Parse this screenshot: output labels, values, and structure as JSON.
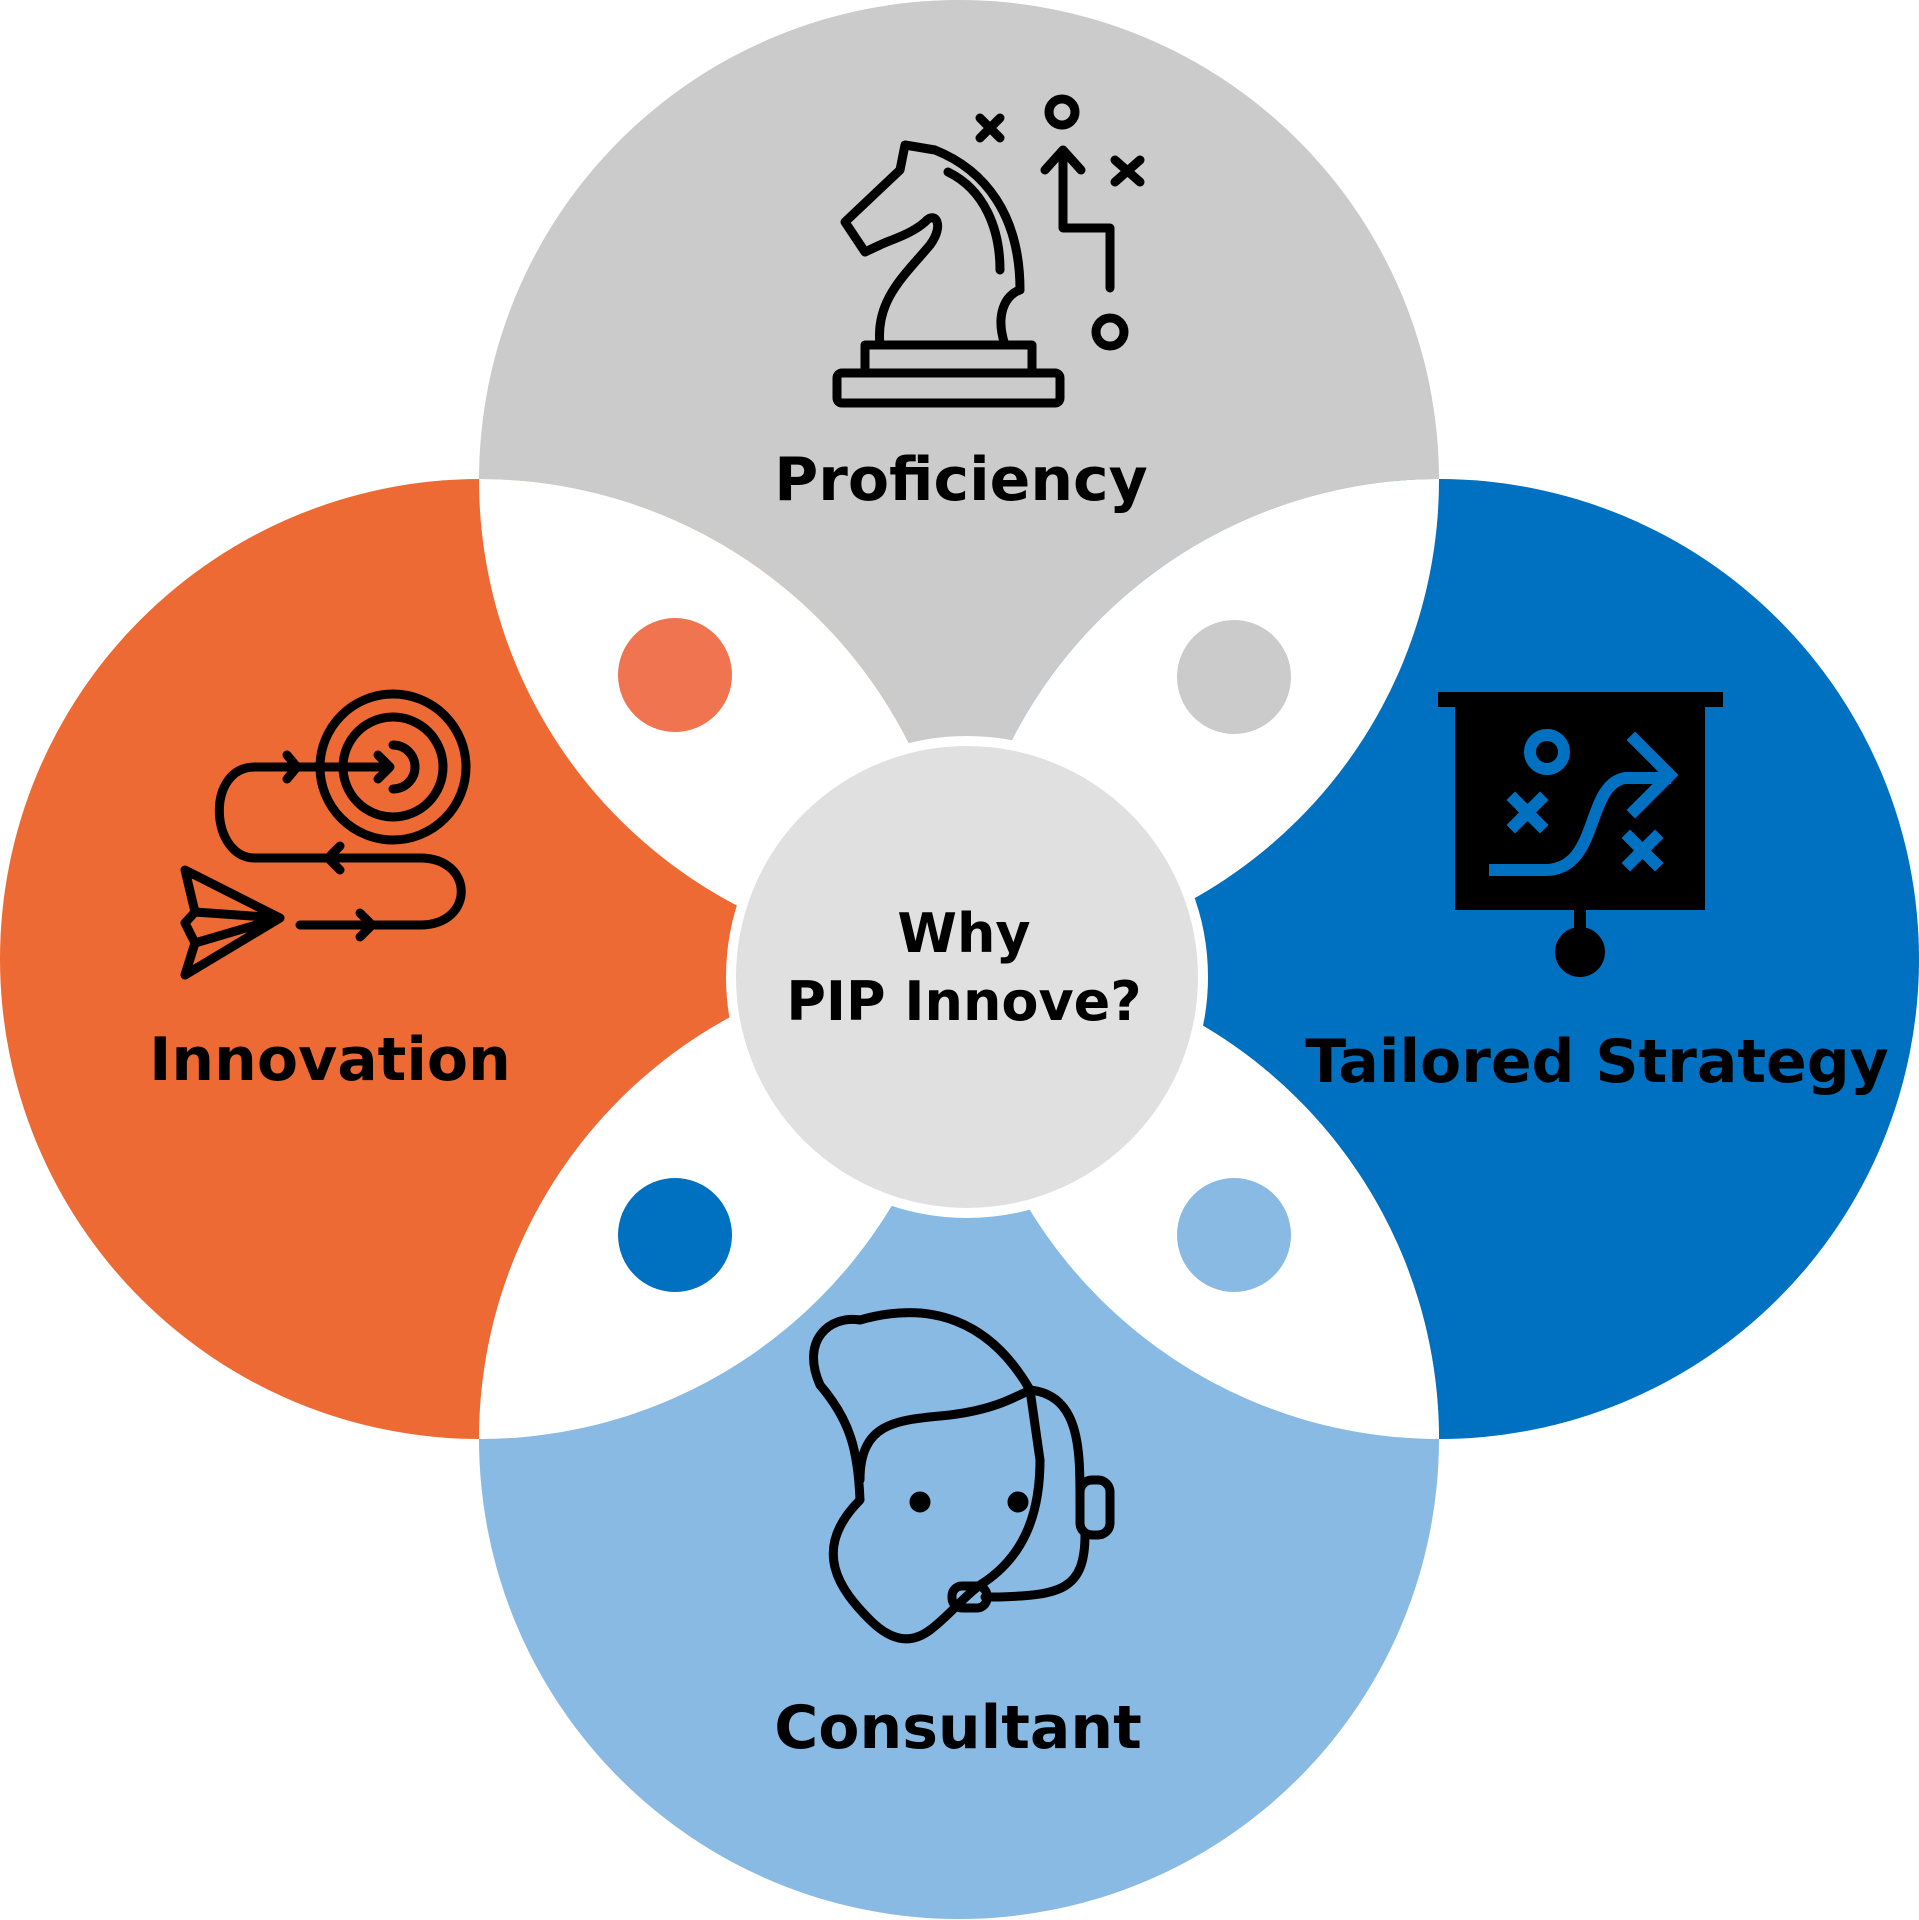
{
  "center": {
    "line1": "Why",
    "line2": "PIP Innove?"
  },
  "petals": [
    {
      "label": "Proficiency",
      "color": "#cbcbcb",
      "icon": "chess-knight-strategy-icon"
    },
    {
      "label": "Innovation",
      "color": "#ee6a35",
      "icon": "target-paper-plane-icon"
    },
    {
      "label": "Tailored Strategy",
      "color": "#0070c0",
      "icon": "strategy-board-icon"
    },
    {
      "label": "Consultant",
      "color": "#88bae3",
      "icon": "headset-consultant-icon"
    }
  ]
}
